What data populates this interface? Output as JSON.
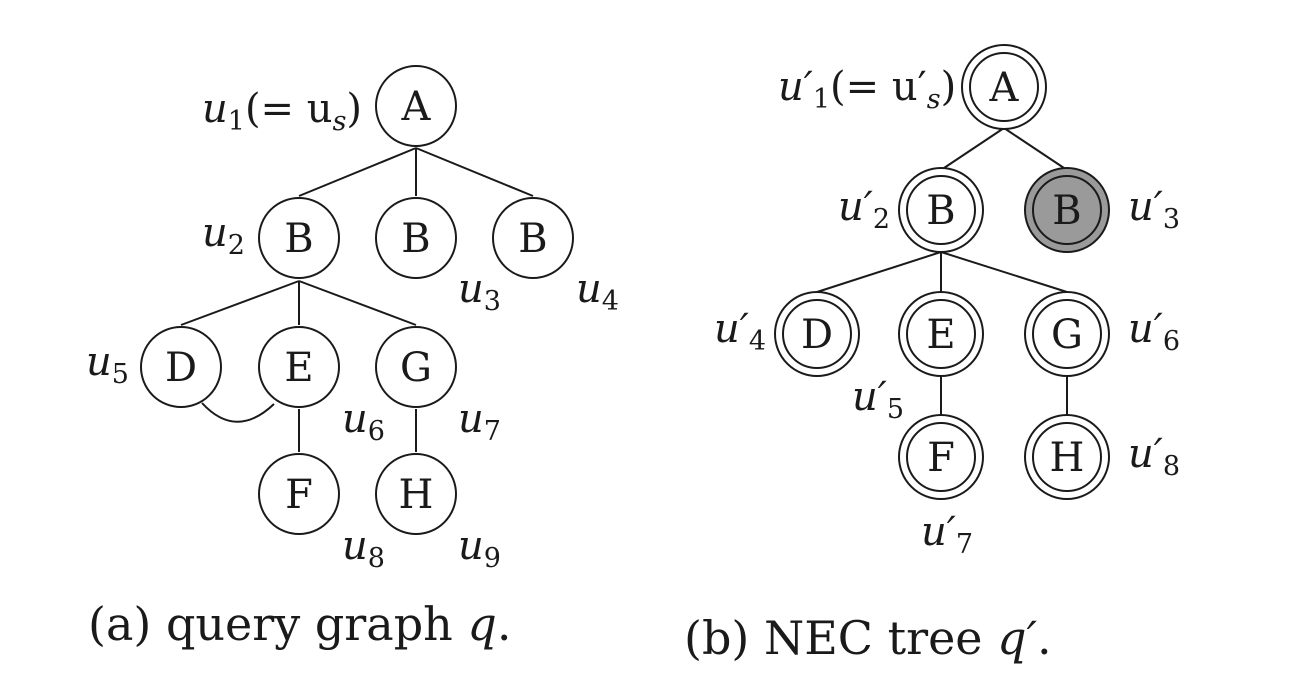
{
  "panel_a": {
    "caption_prefix": "(a) query graph ",
    "caption_var": "q",
    "caption_suffix": ".",
    "nodes": [
      {
        "id": "u1",
        "letter": "A",
        "var": "u",
        "sub": "1",
        "note": "(= u",
        "note_sub": "s",
        "note_end": ")"
      },
      {
        "id": "u2",
        "letter": "B",
        "var": "u",
        "sub": "2"
      },
      {
        "id": "u3",
        "letter": "B",
        "var": "u",
        "sub": "3"
      },
      {
        "id": "u4",
        "letter": "B",
        "var": "u",
        "sub": "4"
      },
      {
        "id": "u5",
        "letter": "D",
        "var": "u",
        "sub": "5"
      },
      {
        "id": "u6",
        "letter": "E",
        "var": "u",
        "sub": "6"
      },
      {
        "id": "u7",
        "letter": "G",
        "var": "u",
        "sub": "7"
      },
      {
        "id": "u8",
        "letter": "F",
        "var": "u",
        "sub": "8"
      },
      {
        "id": "u9",
        "letter": "H",
        "var": "u",
        "sub": "9"
      }
    ],
    "edges": [
      [
        "u1",
        "u2"
      ],
      [
        "u1",
        "u3"
      ],
      [
        "u1",
        "u4"
      ],
      [
        "u2",
        "u5"
      ],
      [
        "u2",
        "u6"
      ],
      [
        "u2",
        "u7"
      ],
      [
        "u5",
        "u6"
      ],
      [
        "u6",
        "u8"
      ],
      [
        "u7",
        "u9"
      ]
    ]
  },
  "panel_b": {
    "caption_prefix": "(b) NEC tree ",
    "caption_var": "q′",
    "caption_suffix": ".",
    "nodes": [
      {
        "id": "v1",
        "letter": "A",
        "var": "u′",
        "sub": "1",
        "note": "(= u′",
        "note_sub": "s",
        "note_end": ")",
        "highlighted": false
      },
      {
        "id": "v2",
        "letter": "B",
        "var": "u′",
        "sub": "2",
        "highlighted": false
      },
      {
        "id": "v3",
        "letter": "B",
        "var": "u′",
        "sub": "3",
        "highlighted": true
      },
      {
        "id": "v4",
        "letter": "D",
        "var": "u′",
        "sub": "4",
        "highlighted": false
      },
      {
        "id": "v5",
        "letter": "E",
        "var": "u′",
        "sub": "5",
        "highlighted": false
      },
      {
        "id": "v6",
        "letter": "G",
        "var": "u′",
        "sub": "6",
        "highlighted": false
      },
      {
        "id": "v7",
        "letter": "F",
        "var": "u′",
        "sub": "7",
        "highlighted": false
      },
      {
        "id": "v8",
        "letter": "H",
        "var": "u′",
        "sub": "8",
        "highlighted": false
      }
    ],
    "edges": [
      [
        "v1",
        "v2"
      ],
      [
        "v1",
        "v3"
      ],
      [
        "v2",
        "v4"
      ],
      [
        "v2",
        "v5"
      ],
      [
        "v2",
        "v6"
      ],
      [
        "v5",
        "v7"
      ],
      [
        "v6",
        "v8"
      ]
    ]
  },
  "colors": {
    "highlight_fill": "#9a9a9a",
    "stroke": "#1a1a1a"
  }
}
